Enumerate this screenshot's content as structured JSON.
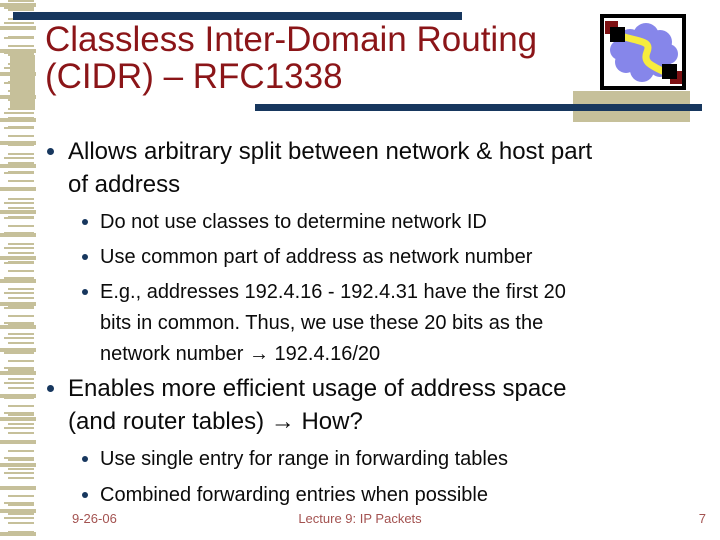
{
  "slide": {
    "title": {
      "lines": [
        "Classless Inter-Domain Routing",
        "(CIDR) – RFC1338"
      ]
    },
    "bullets": [
      {
        "level": 1,
        "lines": [
          "Allows arbitrary split between network & host part",
          "of address"
        ]
      },
      {
        "level": 2,
        "lines": [
          "Do not use classes to determine network ID"
        ]
      },
      {
        "level": 2,
        "lines": [
          "Use common part of address as network number"
        ]
      },
      {
        "level": 2,
        "lines": [
          "E.g., addresses 192.4.16 - 192.4.31 have the first 20",
          "bits in common. Thus, we use these 20 bits as the",
          "network number → 192.4.16/20"
        ]
      },
      {
        "level": 1,
        "lines": [
          "Enables more efficient usage of address space",
          "(and router tables) → How?"
        ]
      },
      {
        "level": 2,
        "lines": [
          "Use single entry for range in forwarding tables"
        ]
      },
      {
        "level": 2,
        "lines": [
          "Combined forwarding entries when possible"
        ]
      }
    ],
    "footer": {
      "date": "9-26-06",
      "title": "Lecture 9: IP Packets",
      "page_number": "7"
    }
  },
  "icons": {
    "logo": "network-cloud-link-logo",
    "bullet": "round-dot"
  },
  "colors": {
    "title_red": "#8B1518",
    "accent_navy": "#17375E",
    "decor_tan": "#C6C09A",
    "footer_red": "#A35250",
    "cloud_periwinkle": "#8686EA",
    "link_yellow": "#F7EC3E",
    "endpoint_black": "#000000",
    "endpoint_dark_red": "#7E1113"
  }
}
